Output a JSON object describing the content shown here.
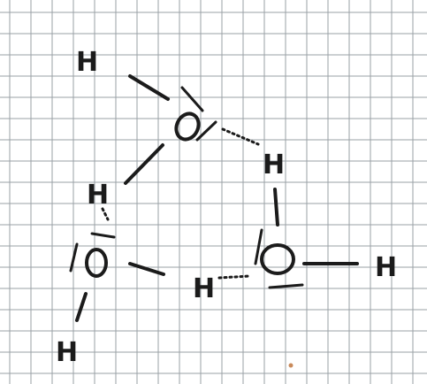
{
  "atoms": {
    "h_top_left": "H",
    "o_top": "O",
    "h_top_bridge": "H",
    "h_mid_left": "H",
    "o_left": "O",
    "h_bottom_left": "H",
    "h_bottom_bridge": "H",
    "o_right": "O",
    "h_right": "H"
  },
  "colors": {
    "grid_line": "#9aa0a6",
    "ink": "#1b1b1b",
    "paper": "#ffffff",
    "stray_mark": "#c98a5a"
  }
}
